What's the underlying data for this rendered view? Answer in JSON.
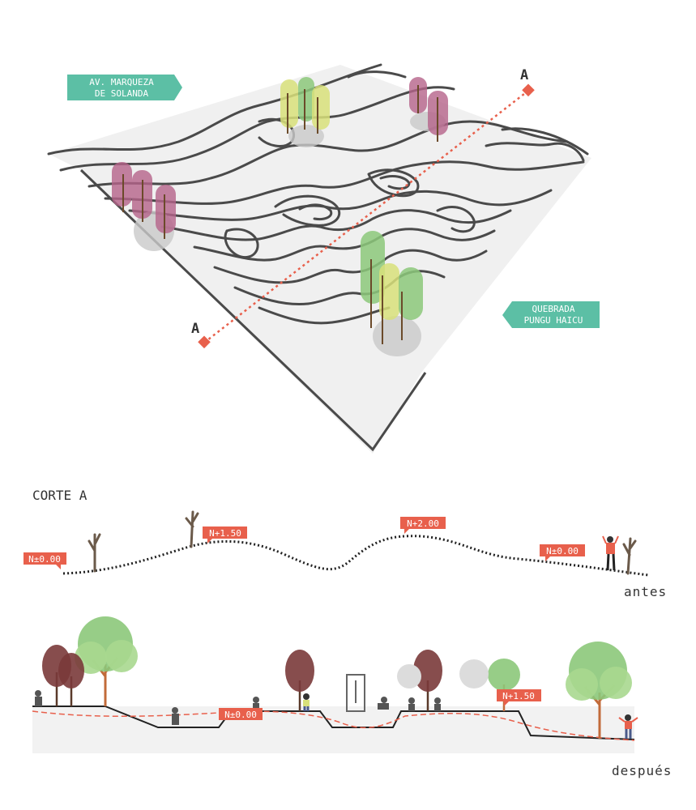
{
  "plan": {
    "label_avenue": [
      "AV. MARQUEZA",
      "DE SOLANDA"
    ],
    "label_creek": [
      "QUEBRADA",
      "PUNGU HAICU"
    ],
    "section_marker_top": "A",
    "section_marker_bottom": "A"
  },
  "section": {
    "title": "CORTE A",
    "before": {
      "caption": "antes",
      "levels": [
        "N±0.00",
        "N+1.50",
        "N+2.00",
        "N±0.00"
      ]
    },
    "after": {
      "caption": "después",
      "levels": [
        "N±0.00",
        "N+1.50"
      ]
    }
  },
  "colors": {
    "accent_teal": "#5cbfa5",
    "accent_red": "#e8604c",
    "contour": "#4a4a4a",
    "ground": "#f0f0f0",
    "tree_pink": "#b5638a",
    "tree_green": "#8cc87a",
    "tree_yellow": "#d8e07a"
  }
}
